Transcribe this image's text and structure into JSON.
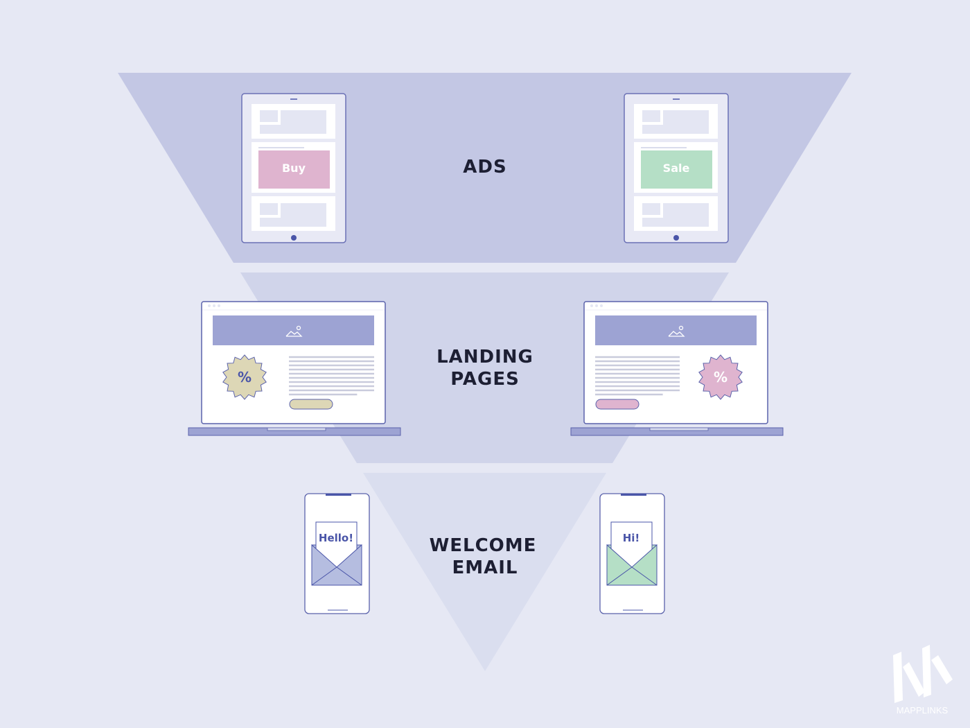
{
  "stages": [
    {
      "label_lines": [
        "ADS"
      ]
    },
    {
      "label_lines": [
        "LANDING",
        "PAGES"
      ]
    },
    {
      "label_lines": [
        "WELCOME",
        "EMAIL"
      ]
    }
  ],
  "ads": {
    "left_button": "Buy",
    "right_button": "Sale"
  },
  "landing_pages": {
    "left_badge": "%",
    "right_badge": "%"
  },
  "emails": {
    "left_letter": "Hello!",
    "right_letter": "Hi!"
  },
  "logo": {
    "text": "MAPPLINKS"
  },
  "colors": {
    "background": "#e6e8f4",
    "funnel_top": "#c3c7e4",
    "funnel_mid": "#d0d4ea",
    "funnel_bottom": "#dadeef",
    "pink": "#dfb4cf",
    "green": "#b5dfc6",
    "beige": "#ddd7b6",
    "accent": "#4a55a8"
  }
}
